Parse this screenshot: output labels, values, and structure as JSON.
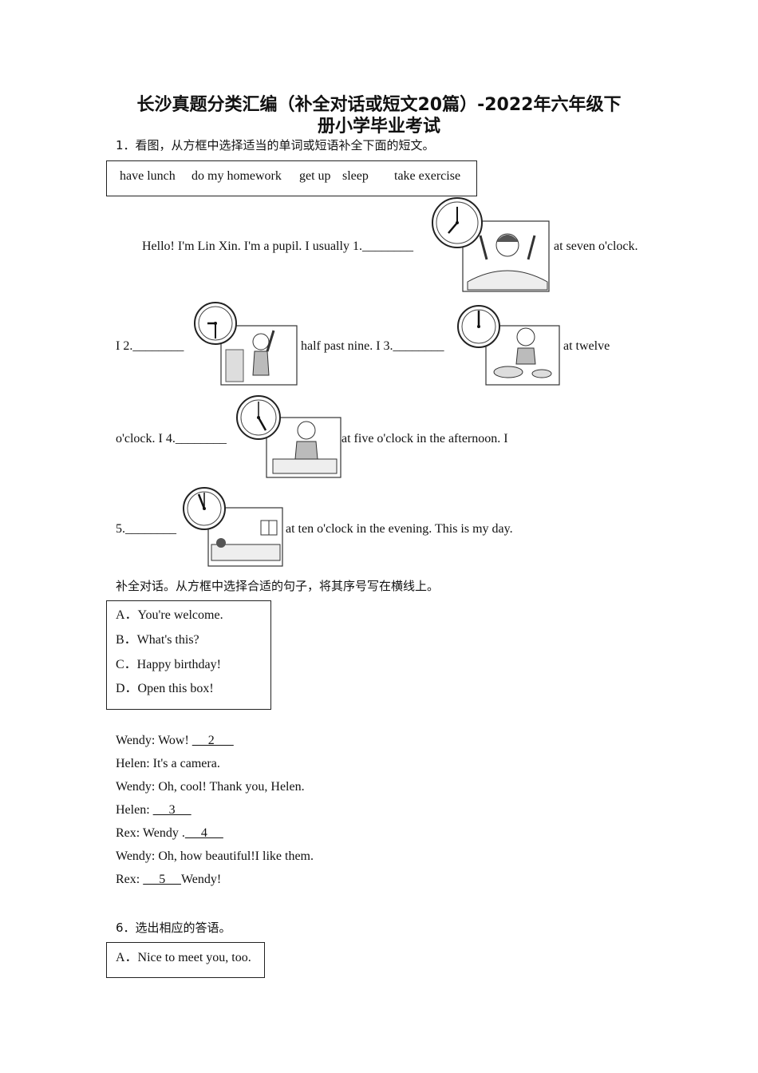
{
  "header": {
    "title_line1": "长沙真题分类汇编（补全对话或短文20篇）-2022年六年级下",
    "title_line2": "册小学毕业考试"
  },
  "q1": {
    "instruction": "1．看图，从方框中选择适当的单词或短语补全下面的短文。",
    "word_bank": [
      "have lunch",
      "do my homework",
      "get up",
      "sleep",
      "take exercise"
    ],
    "line1_text": "Hello! I'm Lin Xin. I'm a pupil. I usually 1.________",
    "line1_end": "at seven o'clock.",
    "line2_start": "I 2.________",
    "line2_mid": "half past nine. I 3.________",
    "line2_end": "at twelve",
    "line3_start": "o'clock. I 4.________",
    "line3_end": "at five o'clock in the afternoon. I",
    "line4_start": "5.________",
    "line4_end": "at ten o'clock in the evening. This is my day."
  },
  "q2": {
    "instruction": "补全对话。从方框中选择合适的句子，将其序号写在横线上。",
    "options": [
      "A．You're welcome.",
      "B．What's this?",
      "C．Happy birthday!",
      "D．Open this box!"
    ],
    "dialogue": [
      {
        "prefix": "Wendy: Wow! ",
        "blank": "     2      ",
        "suffix": ""
      },
      {
        "prefix": "Helen: It's a camera.",
        "blank": "",
        "suffix": ""
      },
      {
        "prefix": "Wendy: Oh, cool! Thank you, Helen.",
        "blank": "",
        "suffix": ""
      },
      {
        "prefix": "Helen: ",
        "blank": "     3     ",
        "suffix": ""
      },
      {
        "prefix": "Rex: Wendy .",
        "blank": "     4     ",
        "suffix": ""
      },
      {
        "prefix": "Wendy: Oh, how beautiful!I like them.",
        "blank": "",
        "suffix": ""
      },
      {
        "prefix": "Rex: ",
        "blank": "     5     ",
        "suffix": "Wendy!"
      }
    ]
  },
  "q6": {
    "instruction": "6．选出相应的答语。",
    "option_a": "A．Nice to meet you, too."
  }
}
